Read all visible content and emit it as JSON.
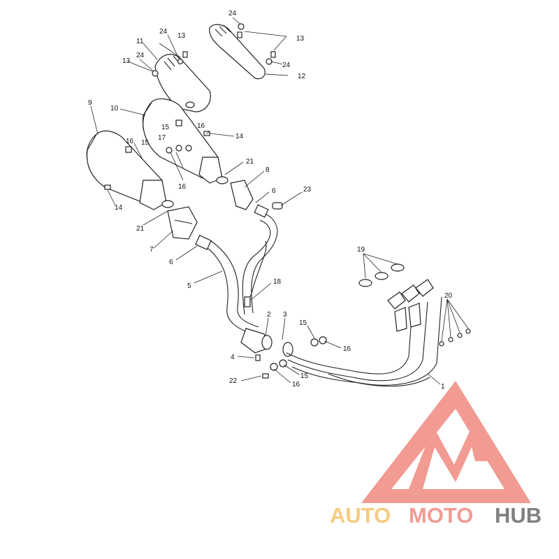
{
  "diagram": {
    "callouts": {
      "c1": "1",
      "c2": "2",
      "c3": "3",
      "c4": "4",
      "c5": "5",
      "c6a": "6",
      "c6b": "6",
      "c7": "7",
      "c8": "8",
      "c9": "9",
      "c10": "10",
      "c11": "11",
      "c12": "12",
      "c13a": "13",
      "c13b": "13",
      "c13c": "13",
      "c14a": "14",
      "c14b": "14",
      "c15a": "15",
      "c15b": "15",
      "c15c": "15",
      "c15d": "15",
      "c16a": "16",
      "c16b": "16",
      "c16c": "16",
      "c16d": "16",
      "c16e": "16",
      "c17": "17",
      "c18": "18",
      "c19": "19",
      "c20": "20",
      "c21a": "21",
      "c21b": "21",
      "c22": "22",
      "c23": "23",
      "c24a": "24",
      "c24b": "24",
      "c24c": "24",
      "c24d": "24"
    }
  },
  "watermark": {
    "word_part1": "AUTO",
    "word_part2": "MOTO",
    "word_part3": "HUB",
    "colors": {
      "triangle": "#f08a80",
      "auto": "#f5c26b",
      "moto": "#f08a80",
      "hub": "#6b6b6b"
    }
  }
}
